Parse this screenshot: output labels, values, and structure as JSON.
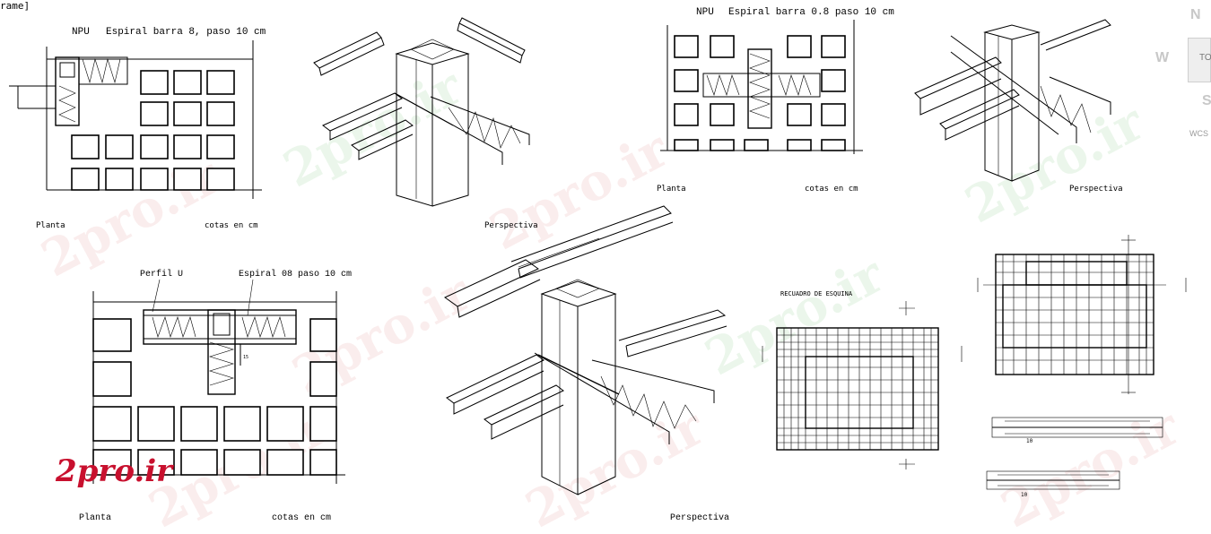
{
  "frame_label": "rame]",
  "brand_logo": "2pro.ir",
  "watermark_text": "2pro.ir",
  "view_cube": {
    "top_label": "TO",
    "north": "N",
    "west": "W",
    "south": "S",
    "wcs": "WCS"
  },
  "top_left": {
    "npu": "NPU",
    "spiral": "Espiral barra 8, paso 10 cm",
    "planta": "Planta",
    "cotas": "cotas en cm",
    "perspectiva": "Perspectiva"
  },
  "top_right": {
    "npu": "NPU",
    "spiral": "Espiral barra 0.8 paso 10 cm",
    "planta": "Planta",
    "cotas": "cotas en cm",
    "perspectiva": "Perspectiva"
  },
  "bottom_left": {
    "perfil": "Perfil U",
    "spiral": "Espiral 08 paso 10 cm",
    "dim": "15",
    "planta": "Planta",
    "cotas": "cotas en cm",
    "perspectiva": "Perspectiva"
  },
  "bottom_right": {
    "recuadro": "RECUADRO DE ESQUINA",
    "dim_a": "10",
    "dim_b": "10"
  },
  "colors": {
    "brand": "#c8102e",
    "watermark_red": "#e07a7a",
    "watermark_green": "#6bbf6b",
    "ink": "#000000"
  }
}
